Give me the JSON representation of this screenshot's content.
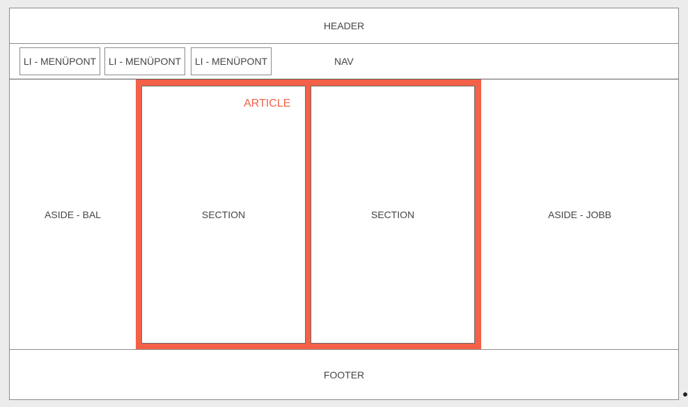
{
  "header": {
    "label": "HEADER"
  },
  "nav": {
    "label": "NAV",
    "items": [
      {
        "label": "LI - MENÜPONT"
      },
      {
        "label": "LI - MENÜPONT"
      },
      {
        "label": "LI - MENÜPONT"
      }
    ]
  },
  "aside_left": {
    "label": "ASIDE - BAL"
  },
  "article": {
    "label": "ARTICLE",
    "sections": [
      {
        "label": "SECTION"
      },
      {
        "label": "SECTION"
      }
    ]
  },
  "aside_right": {
    "label": "ASIDE - JOBB"
  },
  "footer": {
    "label": "FOOTER"
  },
  "colors": {
    "article_accent": "#f26148",
    "border": "#8a8a8a",
    "text": "#444444"
  }
}
